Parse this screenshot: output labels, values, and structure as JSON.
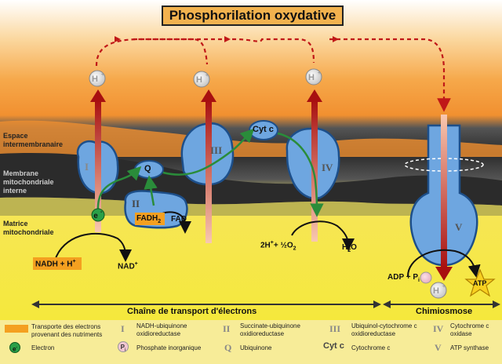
{
  "title": "Phosphorilation oxydative",
  "regions": {
    "intermembrane": "Espace intermembranaire",
    "membrane": "Membrane mitochondriale interne",
    "matrix": "Matrice mitochondriale"
  },
  "complex_labels": [
    "I",
    "II",
    "III",
    "IV",
    "V"
  ],
  "molecules": {
    "q": "Q",
    "cytc": "Cyt c",
    "fadh2_main": "FADH",
    "fadh2_sub": "2",
    "fad": "FAD",
    "electron": "e",
    "electron_sup": "-",
    "proton": "H",
    "proton_sup": "+",
    "nadh": "NADH + H",
    "nadh_sup": "+",
    "nad": "NAD",
    "nad_sup": "+",
    "o2_a": "2H",
    "o2_b": "+ ",
    "o2_c": "½O",
    "o2_d": "2",
    "water_a": "H",
    "water_b": "2",
    "water_c": "O",
    "adp": "ADP + P",
    "adp_sub": "i",
    "atp": "ATP"
  },
  "bottom": {
    "chain": "Chaîne de transport d'électrons",
    "chemio": "Chimiosmose"
  },
  "legend": {
    "nutrients": "Transporte des electrons provenant des nutriments",
    "electron": "Electron",
    "phosphate": "Phosphate inorganique",
    "items": [
      {
        "key": "I",
        "text": "NADH-ubiquinone oxidioreductase"
      },
      {
        "key": "II",
        "text": "Succinate-ubiquinone oxidioreductase"
      },
      {
        "key": "III",
        "text": "Ubiquinol-cytochrome c oxidioreductase"
      },
      {
        "key": "IV",
        "text": "Cytochrome c oxidase"
      },
      {
        "key": "Q",
        "text": "Ubiquinone"
      },
      {
        "key": "Cyt c",
        "text": "Cytochrome c"
      },
      {
        "key": "V",
        "text": "ATP synthase"
      }
    ]
  },
  "colors": {
    "intermembrane": "#f4a040",
    "membrane": "#2e2e2e",
    "matrix": "#f0e040",
    "protein": "#6ea6e0",
    "arrow_red": "#b01818",
    "electron_path": "#2a8c3a",
    "nutrients": "#f4a020"
  }
}
